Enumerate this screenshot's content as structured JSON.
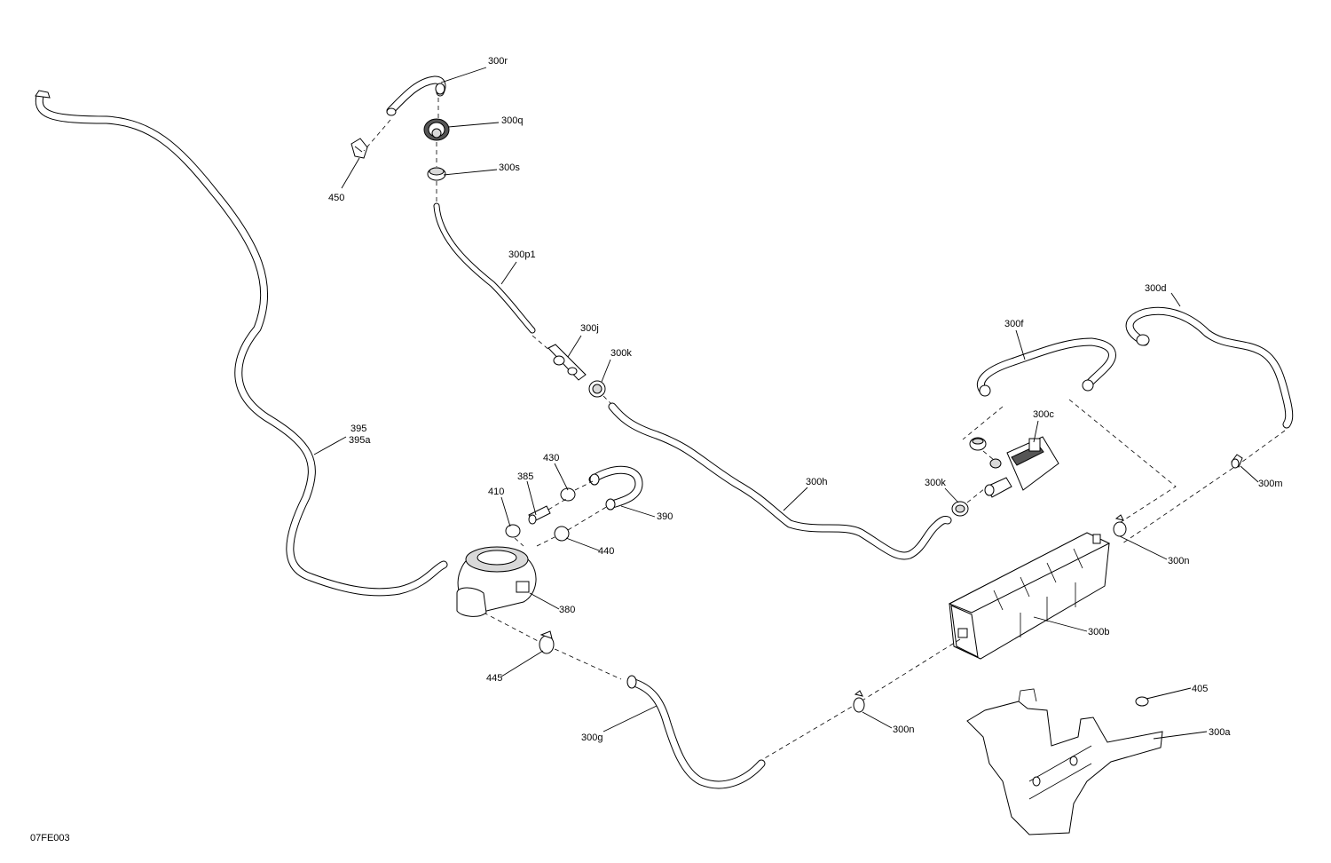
{
  "diagram_ref": "07FE003",
  "callouts": {
    "c300r": "300r",
    "c300q": "300q",
    "c300s": "300s",
    "c450": "450",
    "c300p1": "300p1",
    "c300j": "300j",
    "c300k_top": "300k",
    "c300d": "300d",
    "c300f": "300f",
    "c300c": "300c",
    "c395": "395",
    "c395a": "395a",
    "c300h": "300h",
    "c430": "430",
    "c385": "385",
    "c410": "410",
    "c390": "390",
    "c300k_mid": "300k",
    "c300m": "300m",
    "c440": "440",
    "c300n_right": "300n",
    "c380": "380",
    "c300b": "300b",
    "c445": "445",
    "c405": "405",
    "c300a": "300a",
    "c300g": "300g",
    "c300n_bottom": "300n"
  }
}
